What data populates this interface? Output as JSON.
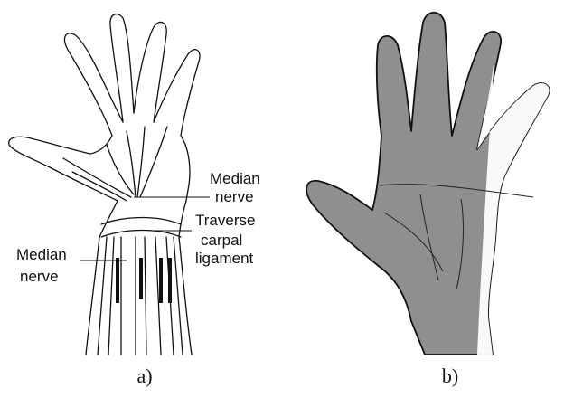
{
  "figure_a": {
    "labels": {
      "median_nerve_right_line1": "Median",
      "median_nerve_right_line2": "nerve",
      "traverse_line1": "Traverse",
      "traverse_line2": "carpal",
      "traverse_line3": "ligament",
      "median_nerve_left_line1": "Median",
      "median_nerve_left_line2": "nerve"
    },
    "caption": "a)"
  },
  "figure_b": {
    "caption": "b)"
  },
  "colors": {
    "ink": "#111111",
    "palm_shade": "#8f8f8f",
    "palm_highlight": "#e8e8e8"
  }
}
